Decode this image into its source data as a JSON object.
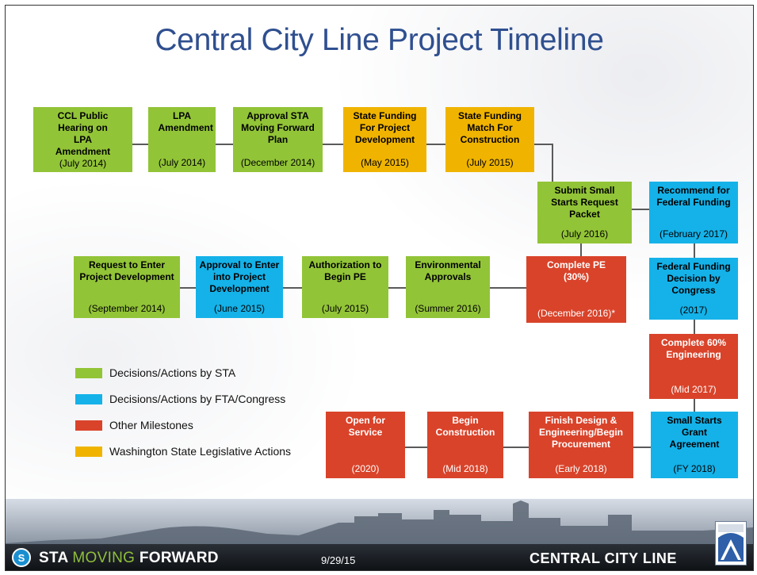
{
  "title": "Central City Line Project Timeline",
  "colors": {
    "sta": "#92c437",
    "fta": "#14b2e9",
    "other": "#d9432a",
    "state": "#f0b400",
    "title": "#2f4f8f"
  },
  "boxes": {
    "ccl_hearing": {
      "title": "CCL Public Hearing on LPA Amendment",
      "date": "(July 2014)",
      "category": "sta"
    },
    "lpa_amendment": {
      "title": "LPA Amendment",
      "date": "(July 2014)",
      "category": "sta"
    },
    "approval_sta_plan": {
      "title": "Approval STA Moving Forward Plan",
      "date": "(December 2014)",
      "category": "sta"
    },
    "state_funding_dev": {
      "title": "State Funding For Project Development",
      "date": "(May 2015)",
      "category": "state"
    },
    "state_funding_match": {
      "title": "State Funding Match For Construction",
      "date": "(July 2015)",
      "category": "state"
    },
    "submit_small_starts": {
      "title": "Submit Small Starts Request Packet",
      "date": "(July 2016)",
      "category": "sta"
    },
    "recommend_federal": {
      "title": "Recommend for Federal Funding",
      "date": "(February 2017)",
      "category": "fta"
    },
    "request_enter_pd": {
      "title": "Request to Enter Project Development",
      "date": "(September 2014)",
      "category": "sta"
    },
    "approval_enter_pd": {
      "title": "Approval to Enter into Project Development",
      "date": "(June 2015)",
      "category": "fta"
    },
    "authorization_pe": {
      "title": "Authorization to Begin PE",
      "date": "(July 2015)",
      "category": "sta"
    },
    "environmental": {
      "title": "Environmental Approvals",
      "date": "(Summer 2016)",
      "category": "sta"
    },
    "complete_pe": {
      "title": "Complete PE (30%)",
      "date": "(December 2016)*",
      "category": "other"
    },
    "federal_decision": {
      "title": "Federal Funding Decision by Congress",
      "date": "(2017)",
      "category": "fta"
    },
    "complete_60": {
      "title": "Complete 60% Engineering",
      "date": "(Mid 2017)",
      "category": "other"
    },
    "open_service": {
      "title": "Open for Service",
      "date": "(2020)",
      "category": "other"
    },
    "begin_construction": {
      "title": "Begin Construction",
      "date": "(Mid 2018)",
      "category": "other"
    },
    "finish_design": {
      "title": "Finish Design & Engineering/Begin Procurement",
      "date": "(Early 2018)",
      "category": "other"
    },
    "grant_agreement": {
      "title": "Small Starts Grant Agreement",
      "date": "(FY 2018)",
      "category": "fta"
    }
  },
  "legend": [
    {
      "label": "Decisions/Actions by STA",
      "color": "#92c437"
    },
    {
      "label": "Decisions/Actions by FTA/Congress",
      "color": "#14b2e9"
    },
    {
      "label": "Other Milestones",
      "color": "#d9432a"
    },
    {
      "label": "Washington State Legislative Actions",
      "color": "#f0b400"
    }
  ],
  "footer": {
    "brand_sta": "STA",
    "brand_moving": "MOVING",
    "brand_forward": "FORWARD",
    "date": "9/29/15",
    "project": "CENTRAL CITY LINE"
  }
}
